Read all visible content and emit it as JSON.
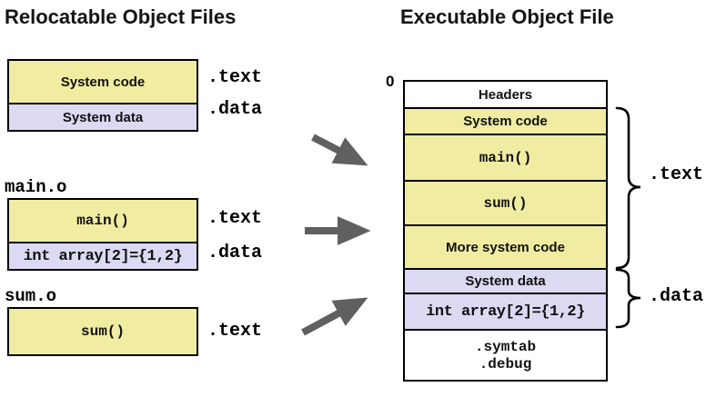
{
  "titles": {
    "left": "Relocatable Object Files",
    "right": "Executable Object File"
  },
  "colors": {
    "code_section_bg": "#f0eda2",
    "data_section_bg": "#dbdaf2",
    "border": "#000000",
    "arrow": "#606060",
    "background": "#ffffff"
  },
  "left_files": [
    {
      "name": "",
      "sections": [
        {
          "label": "System code",
          "kind": "code"
        },
        {
          "label": "System data",
          "kind": "data"
        }
      ],
      "side_labels": {
        "text": ".text",
        "data": ".data"
      }
    },
    {
      "name": "main.o",
      "sections": [
        {
          "label": "main()",
          "kind": "code"
        },
        {
          "label": "int array[2]={1,2}",
          "kind": "data"
        }
      ],
      "side_labels": {
        "text": ".text",
        "data": ".data"
      }
    },
    {
      "name": "sum.o",
      "sections": [
        {
          "label": "sum()",
          "kind": "code"
        }
      ],
      "side_labels": {
        "text": ".text"
      }
    }
  ],
  "executable": {
    "address_label": "0",
    "sections": [
      {
        "label": "Headers",
        "kind": "white"
      },
      {
        "label": "System code",
        "kind": "code"
      },
      {
        "label": "main()",
        "kind": "code"
      },
      {
        "label": "sum()",
        "kind": "code"
      },
      {
        "label": "More system code",
        "kind": "code"
      },
      {
        "label": "System data",
        "kind": "data"
      },
      {
        "label": "int array[2]={1,2}",
        "kind": "data"
      },
      {
        "label": ".symtab .debug",
        "kind": "white",
        "line1": ".symtab",
        "line2": ".debug"
      }
    ],
    "brace_labels": {
      "text": ".text",
      "data": ".data"
    }
  },
  "icons": {
    "arrows": [
      "link-arrow-top",
      "link-arrow-middle",
      "link-arrow-bottom"
    ]
  }
}
